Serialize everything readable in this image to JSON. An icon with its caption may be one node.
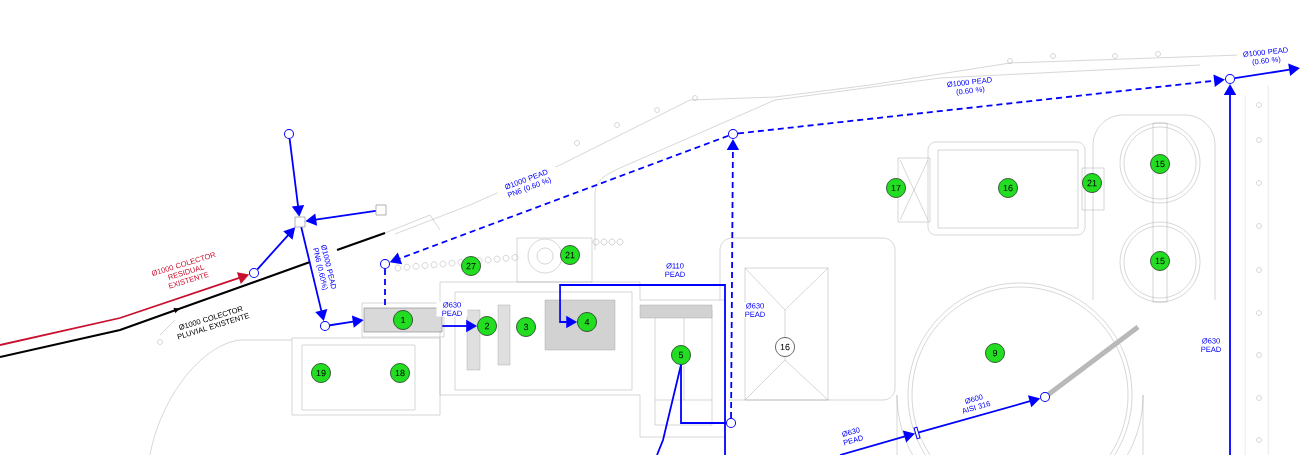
{
  "diagram": {
    "nodes": [
      {
        "text": [
          "1"
        ]
      },
      {
        "text": [
          "2"
        ]
      },
      {
        "text": [
          "3"
        ]
      },
      {
        "text": [
          "4"
        ]
      },
      {
        "text": [
          "5"
        ]
      },
      {
        "text": [
          "27"
        ]
      },
      {
        "text": [
          "21"
        ]
      },
      {
        "text": [
          "16"
        ]
      },
      {
        "text": [
          "17"
        ]
      },
      {
        "text": [
          "16"
        ]
      },
      {
        "text": [
          "21"
        ]
      },
      {
        "text": [
          "15"
        ]
      },
      {
        "text": [
          "15"
        ]
      },
      {
        "text": [
          "9"
        ]
      },
      {
        "text": [
          "19"
        ]
      },
      {
        "text": [
          "18"
        ]
      },
      {
        "text": [],
        "shape": "circle"
      },
      {
        "text": [],
        "shape": "box"
      },
      {
        "text": [],
        "shape": "box"
      },
      {
        "text": [],
        "shape": "circle"
      },
      {
        "text": [],
        "shape": "circle"
      },
      {
        "text": [],
        "shape": "circle"
      },
      {
        "text": [],
        "shape": "circle"
      },
      {
        "text": [],
        "shape": "circle"
      },
      {
        "text": [],
        "shape": "circle"
      },
      {
        "text": [],
        "shape": "bar"
      },
      {
        "text": [],
        "shape": "circle"
      }
    ],
    "edges": [
      {
        "from": 16,
        "to": 17,
        "arrow": "to"
      },
      {
        "from": 18,
        "to": 17,
        "arrow": "to"
      },
      {
        "from": 19,
        "to": 17,
        "arrow": "to"
      },
      {
        "from": 17,
        "to": 20,
        "arrow": "to",
        "label": "Ø1000 PEAD PN6 (0.60%)"
      },
      {
        "from": 20,
        "to": 0,
        "arrow": "to"
      },
      {
        "from": 0,
        "to": 1,
        "arrow": "to",
        "label": "Ø630 PEAD"
      },
      {
        "from": 21,
        "to": 0,
        "arrow": "none",
        "style": "dashed"
      },
      {
        "from": 22,
        "to": 21,
        "arrow": "to",
        "style": "dashed",
        "label": "Ø1000 PEAD PN6 (0.60 %)"
      },
      {
        "from": 22,
        "to": 23,
        "arrow": "to",
        "style": "dashed",
        "label": "Ø1000 PEAD (0.60 %)"
      },
      {
        "from": 24,
        "to": 22,
        "arrow": "to",
        "style": "dashed",
        "label": "Ø630 PEAD"
      },
      {
        "from": 4,
        "to": 24,
        "arrow": "none"
      },
      {
        "from": 23,
        "to": null,
        "arrow": "to",
        "label": "Ø1000 PEAD (0.60 %)"
      },
      {
        "from": null,
        "to": 23,
        "arrow": "to",
        "label": "Ø630 PEAD"
      },
      {
        "from": null,
        "to": 3,
        "arrow": "to",
        "label": "Ø110 PEAD"
      },
      {
        "from": 4,
        "to": null,
        "arrow": "none"
      },
      {
        "from": null,
        "to": 25,
        "arrow": "to",
        "label": "Ø630 PEAD"
      },
      {
        "from": 25,
        "to": 26,
        "arrow": "to",
        "label": "Ø600 AISI 316"
      },
      {
        "from": null,
        "to": 19,
        "arrow": "to",
        "color": "#c8102e",
        "label": "Ø1000 COLECTOR RESIDUAL EXISTENTE"
      }
    ],
    "labels": [
      "Ø1000 COLECTOR PLUVIAL EXISTENTE"
    ]
  }
}
